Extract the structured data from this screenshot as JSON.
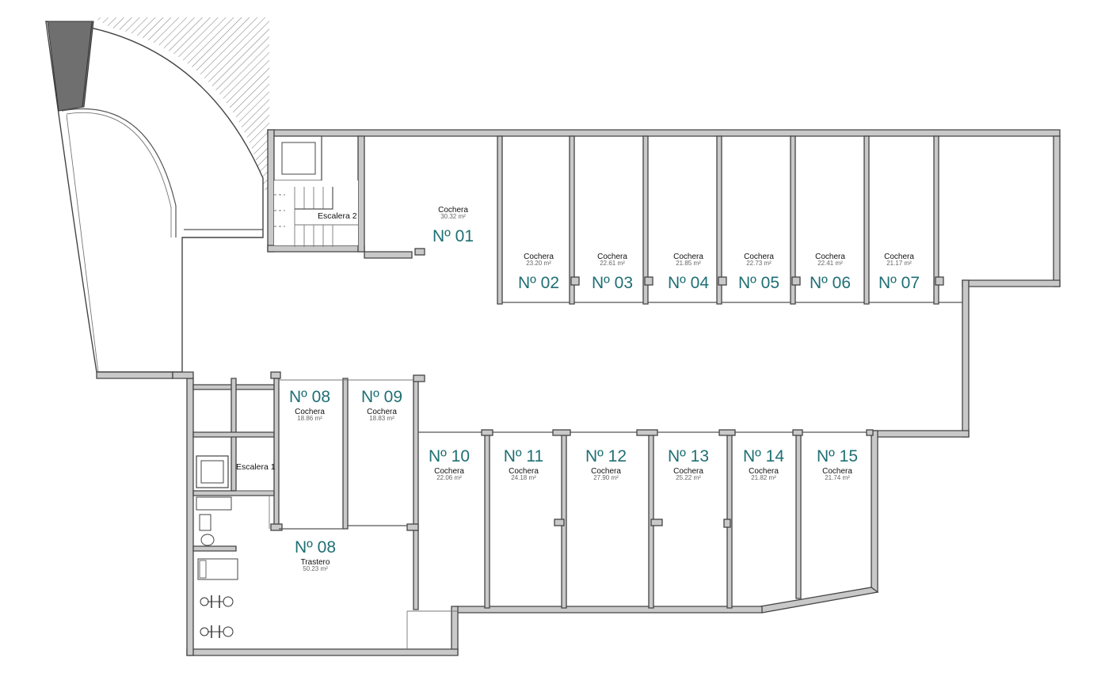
{
  "stairs": [
    {
      "label": "Escalera 2"
    },
    {
      "label": "Escalera 1"
    }
  ],
  "units": [
    {
      "number": "Nº 01",
      "label": "Cochera",
      "area": "30.32 m²"
    },
    {
      "number": "Nº 02",
      "label": "Cochera",
      "area": "23.20 m²"
    },
    {
      "number": "Nº 03",
      "label": "Cochera",
      "area": "22.61 m²"
    },
    {
      "number": "Nº 04",
      "label": "Cochera",
      "area": "21.85 m²"
    },
    {
      "number": "Nº 05",
      "label": "Cochera",
      "area": "22.73 m²"
    },
    {
      "number": "Nº 06",
      "label": "Cochera",
      "area": "22.41 m²"
    },
    {
      "number": "Nº 07",
      "label": "Cochera",
      "area": "21.17 m²"
    },
    {
      "number": "Nº 08",
      "label": "Cochera",
      "area": "18.86 m²"
    },
    {
      "number": "Nº 09",
      "label": "Cochera",
      "area": "18.83 m²"
    },
    {
      "number": "Nº 10",
      "label": "Cochera",
      "area": "22.06 m²"
    },
    {
      "number": "Nº 11",
      "label": "Cochera",
      "area": "24.18 m²"
    },
    {
      "number": "Nº 12",
      "label": "Cochera",
      "area": "27.90 m²"
    },
    {
      "number": "Nº 13",
      "label": "Cochera",
      "area": "25.22 m²"
    },
    {
      "number": "Nº 14",
      "label": "Cochera",
      "area": "21.82 m²"
    },
    {
      "number": "Nº 15",
      "label": "Cochera",
      "area": "21.74 m²"
    },
    {
      "number": "Nº 08",
      "label": "Trastero",
      "area": "50.23 m²"
    }
  ]
}
